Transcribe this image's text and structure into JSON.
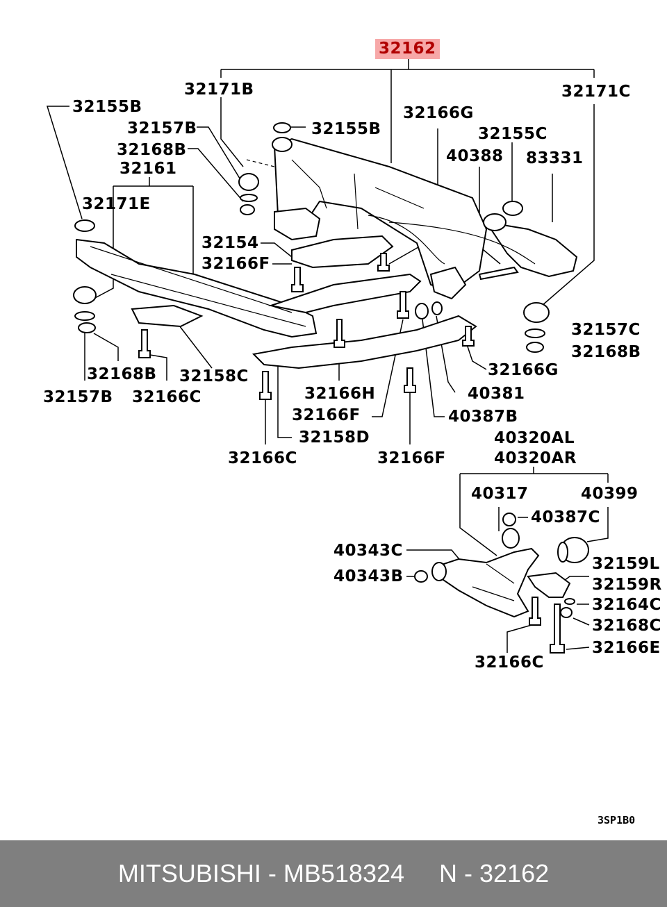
{
  "main_part": "32162",
  "labels": {
    "l32162": "32162",
    "l32171B": "32171B",
    "l32171C": "32171C",
    "l32155B_left": "32155B",
    "l32155B_top": "32155B",
    "l32166G_top": "32166G",
    "l32157B_top": "32157B",
    "l32155C": "32155C",
    "l32168B_top": "32168B",
    "l40388": "40388",
    "l83331": "83331",
    "l32161": "32161",
    "l32171E": "32171E",
    "l32154": "32154",
    "l32166F_a": "32166F",
    "l32157C": "32157C",
    "l32168B_right": "32168B",
    "l32166G_right": "32166G",
    "l32168B_bottom": "32168B",
    "l32158C": "32158C",
    "l40381": "40381",
    "l32157B_bottom": "32157B",
    "l32166C_left": "32166C",
    "l32166H": "32166H",
    "l32166F_b": "32166F",
    "l40387B": "40387B",
    "l32158D": "32158D",
    "l32166C_mid": "32166C",
    "l32166F_c": "32166F",
    "l40320AL": "40320AL",
    "l40320AR": "40320AR",
    "l40317": "40317",
    "l40399": "40399",
    "l40387C": "40387C",
    "l40343C": "40343C",
    "l40343B": "40343B",
    "l32159L": "32159L",
    "l32159R": "32159R",
    "l32164C": "32164C",
    "l32168C": "32168C",
    "l32166E": "32166E",
    "l32166C_bottom": "32166C"
  },
  "diagram_code": "3SP1B0",
  "footer": {
    "text": "MITSUBISHI - MB518324     N - 32162"
  },
  "colors": {
    "highlight": "#f7a8a8",
    "footer_bg": "#7f7f7f",
    "footer_text": "#ffffff"
  }
}
